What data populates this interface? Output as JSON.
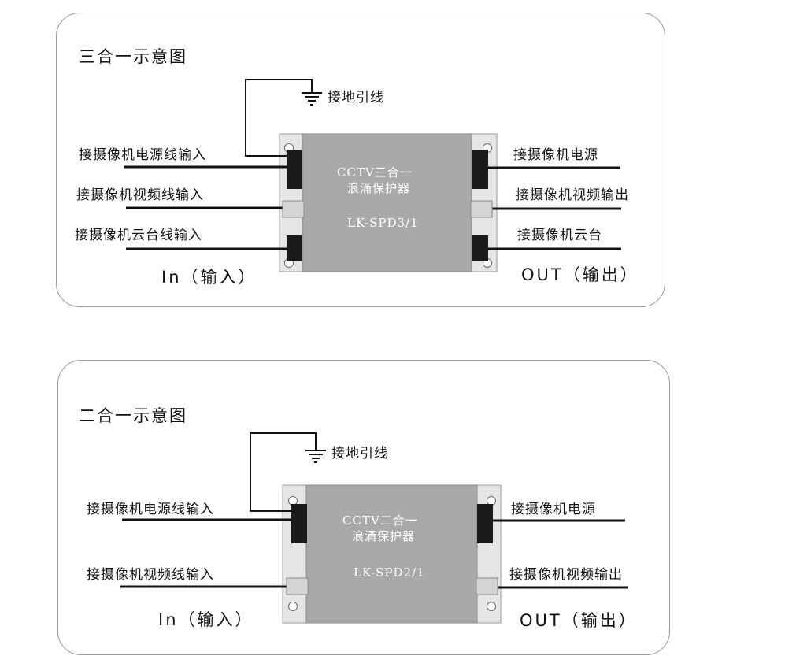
{
  "top": {
    "title": "三合一示意图",
    "ground_label": "接地引线",
    "left_labels": [
      "接摄像机电源线输入",
      "接摄像机视频线输入",
      "接摄像机云台线输入"
    ],
    "right_labels": [
      "接摄像机电源",
      "接摄像机视频输出",
      "接摄像机云台"
    ],
    "device_line1": "CCTV三合一",
    "device_line2": "浪涌保护器",
    "device_model": "LK-SPD3/1",
    "in_label": "In（输入）",
    "out_label": "OUT（输出）"
  },
  "bottom": {
    "title": "二合一示意图",
    "ground_label": "接地引线",
    "left_labels": [
      "接摄像机电源线输入",
      "接摄像机视频线输入"
    ],
    "right_labels": [
      "接摄像机电源",
      "接摄像机视频输出"
    ],
    "device_line1": "CCTV二合一",
    "device_line2": "浪涌保护器",
    "device_model": "LK-SPD2/1",
    "in_label": "In（输入）",
    "out_label": "OUT（输出）"
  },
  "colors": {
    "device_body": "#a9a9a9",
    "device_frame": "#e6e6e6",
    "connector_dark": "#1a1a1a",
    "connector_light": "#d4d4d4",
    "wire": "#111111"
  }
}
